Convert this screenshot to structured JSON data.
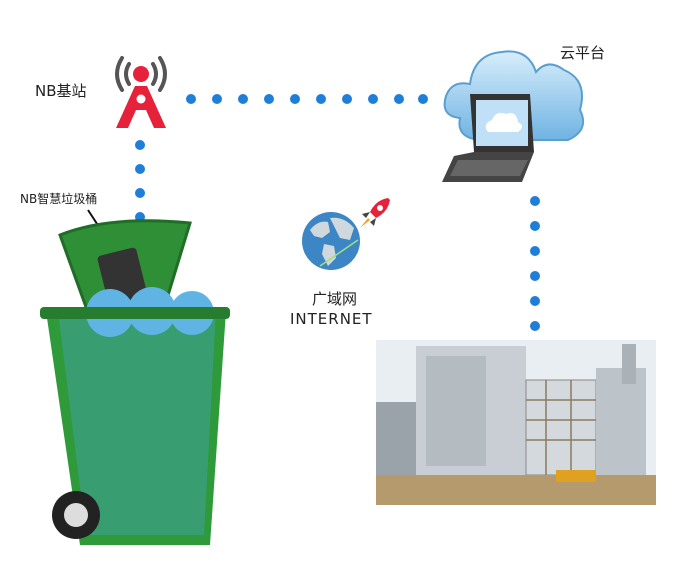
{
  "labels": {
    "base_station": "NB基站",
    "cloud_platform": "云平台",
    "smart_bin": "NB智慧垃圾桶",
    "wan_cn": "广域网",
    "wan_en": "INTERNET"
  },
  "colors": {
    "link_dots": "#1f7fd8",
    "tower": "#e5223a",
    "bin": "#2e9a3a",
    "cloud": "#9fd0f0"
  }
}
